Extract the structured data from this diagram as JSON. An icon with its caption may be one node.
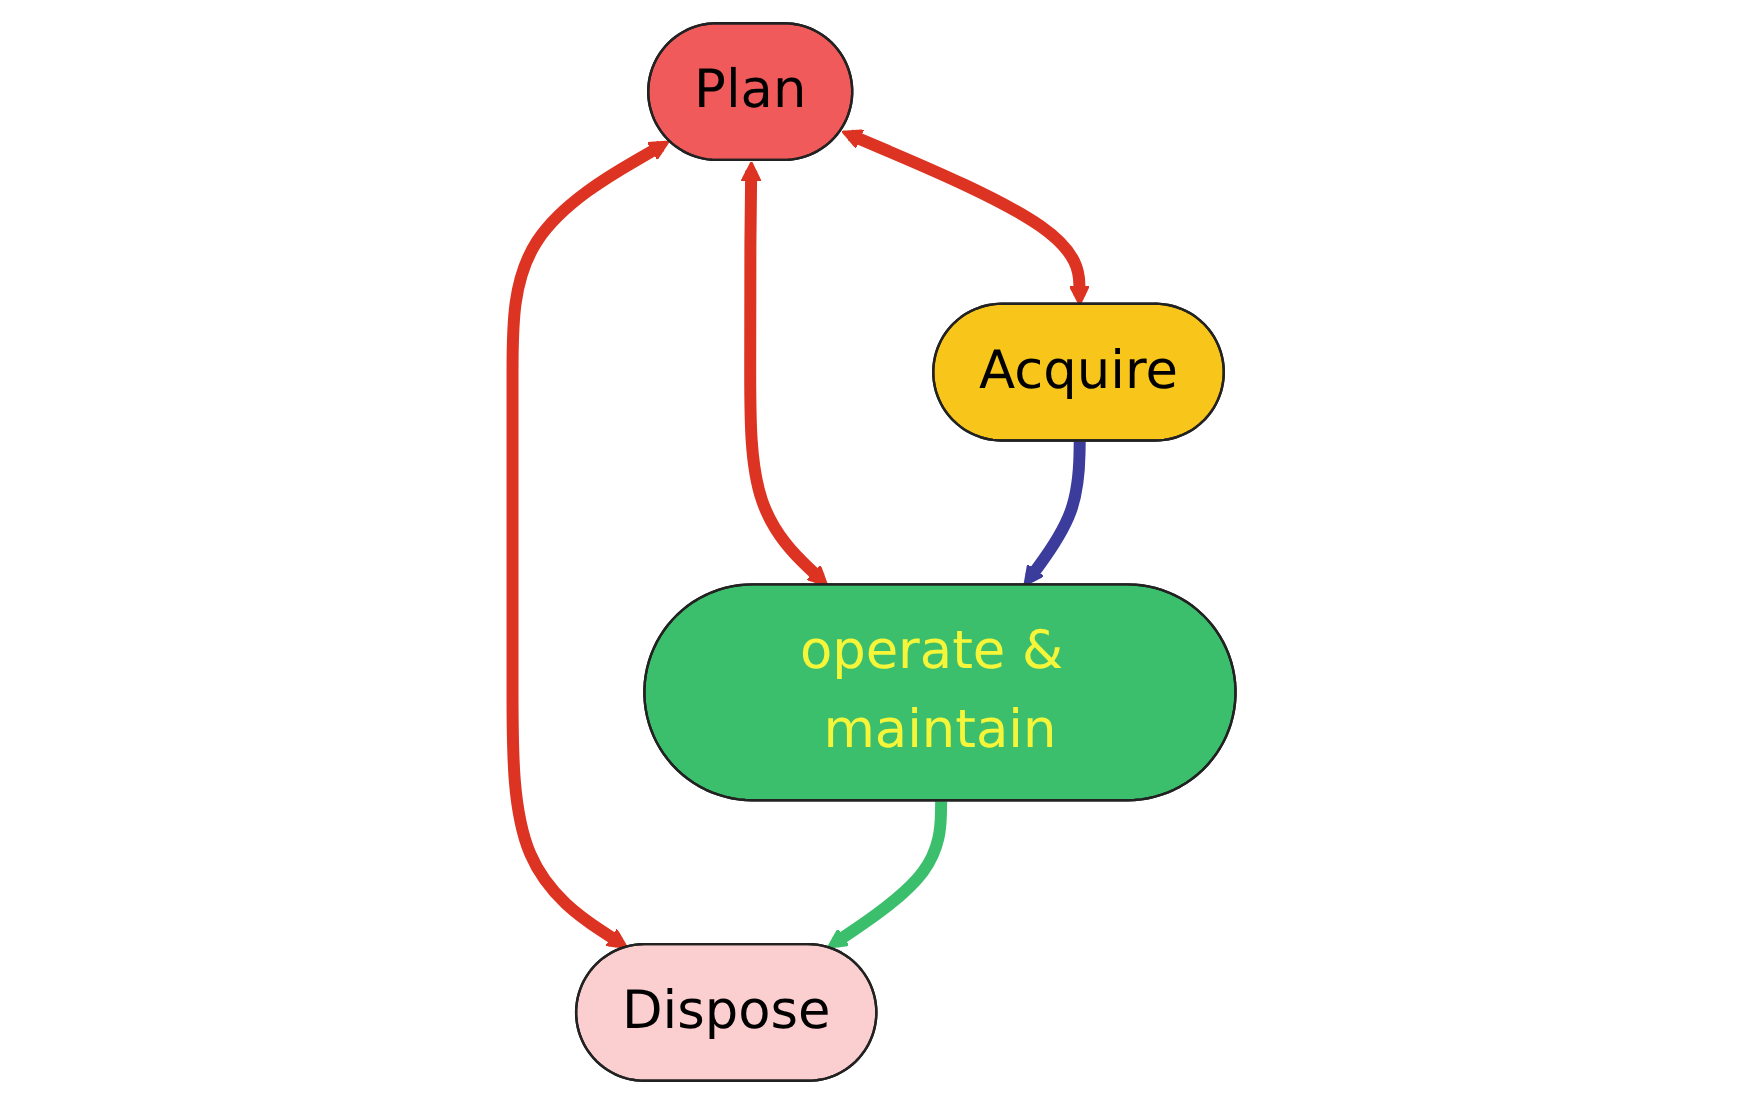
{
  "diagram": {
    "nodes": [
      {
        "text": [
          "Plan"
        ]
      },
      {
        "text": [
          "Acquire"
        ]
      },
      {
        "text": [
          "Dispose"
        ]
      },
      {
        "text": [
          "operate & maintain"
        ]
      }
    ],
    "edges": [
      {
        "from": 0,
        "to": 1,
        "arrow": "both"
      },
      {
        "from": 0,
        "to": 2,
        "arrow": "both"
      },
      {
        "from": 0,
        "to": 3,
        "arrow": "both"
      },
      {
        "from": 1,
        "to": 3,
        "arrow": "to",
        "color": "#3c3c9c"
      },
      {
        "from": 3,
        "to": 2,
        "arrow": "to",
        "color": "#3cbf6c"
      }
    ]
  }
}
